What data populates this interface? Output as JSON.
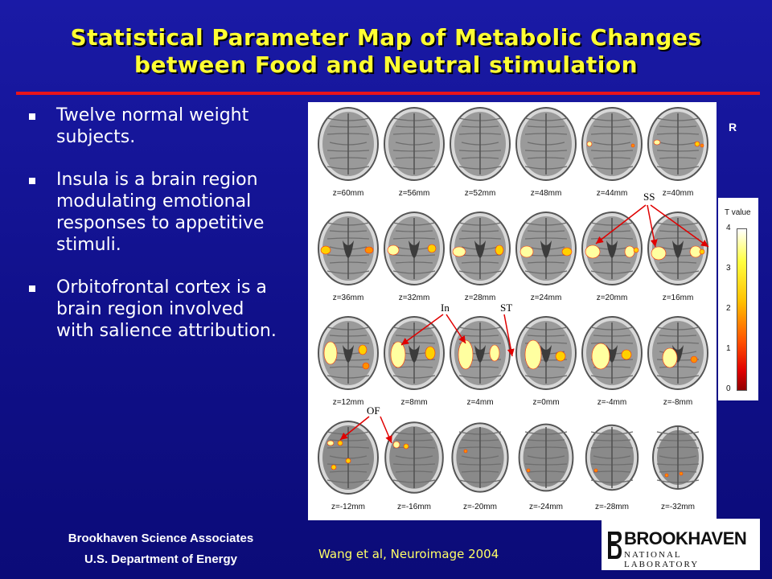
{
  "slide": {
    "title": "Statistical Parameter Map of Metabolic Changes between Food and Neutral stimulation",
    "bullets": [
      "Twelve normal weight subjects.",
      "Insula is a brain region modulating emotional responses to appetitive stimuli.",
      "Orbitofrontal cortex is a brain region involved with salience attribution."
    ],
    "orientation_label": "R",
    "colorbar": {
      "title": "T value",
      "ticks": [
        "4",
        "3",
        "2",
        "1",
        "0"
      ],
      "range": [
        0,
        4
      ]
    },
    "annotations": {
      "ss": "SS",
      "in": "In",
      "st": "ST",
      "of": "OF"
    },
    "slices": [
      [
        "z=60mm",
        "z=56mm",
        "z=52mm",
        "z=48mm",
        "z=44mm",
        "z=40mm"
      ],
      [
        "z=36mm",
        "z=32mm",
        "z=28mm",
        "z=24mm",
        "z=20mm",
        "z=16mm"
      ],
      [
        "z=12mm",
        "z=8mm",
        "z=4mm",
        "z=0mm",
        "z=-4mm",
        "z=-8mm"
      ],
      [
        "z=-12mm",
        "z=-16mm",
        "z=-20mm",
        "z=-24mm",
        "z=-28mm",
        "z=-32mm"
      ]
    ],
    "footer": {
      "org_line1": "Brookhaven Science Associates",
      "org_line2": "U.S. Department of Energy",
      "citation": "Wang et al, Neuroimage 2004"
    },
    "logo": {
      "name": "BROOKHAVEN",
      "subtitle": "NATIONAL LABORATORY"
    },
    "colors": {
      "background": "#10108a",
      "title": "#ffff33",
      "rule": "#e8141b",
      "citation": "#ffff66"
    }
  }
}
